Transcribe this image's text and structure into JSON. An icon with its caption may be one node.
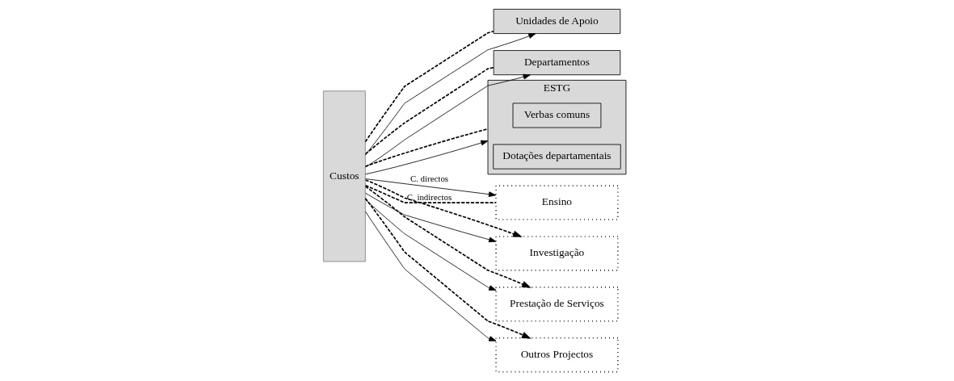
{
  "diagram": {
    "nodes": [
      {
        "text": [
          "Custos"
        ]
      },
      {
        "text": [
          "Unidades de Apoio"
        ]
      },
      {
        "text": [
          "Departamentos"
        ]
      },
      {
        "text": [
          "ESTG"
        ]
      },
      {
        "text": [
          "Verbas comuns"
        ],
        "in": 3
      },
      {
        "text": [
          "Dotações departamentais"
        ],
        "in": 3
      },
      {
        "text": [
          "Ensino"
        ]
      },
      {
        "text": [
          "Investigação"
        ]
      },
      {
        "text": [
          "Prestação de Serviços"
        ]
      },
      {
        "text": [
          "Outros Projectos"
        ]
      }
    ],
    "edges": [
      {
        "from": 0,
        "to": 1,
        "arrow": "to"
      },
      {
        "from": 0,
        "to": 2,
        "arrow": "to"
      },
      {
        "from": 0,
        "to": 3,
        "arrow": "to"
      },
      {
        "from": 0,
        "to": 1,
        "arrow": "none",
        "style": "dashed"
      },
      {
        "from": 0,
        "to": 2,
        "arrow": "none",
        "style": "dashed"
      },
      {
        "from": 0,
        "to": 3,
        "arrow": "none",
        "style": "dashed"
      },
      {
        "from": 0,
        "to": 6,
        "arrow": "to",
        "label": "C. directos"
      },
      {
        "from": 0,
        "to": 7,
        "arrow": "to"
      },
      {
        "from": 0,
        "to": 8,
        "arrow": "to"
      },
      {
        "from": 0,
        "to": 9,
        "arrow": "to"
      },
      {
        "from": 0,
        "to": 6,
        "arrow": "none",
        "style": "dashed",
        "label": "C. indirectos"
      },
      {
        "from": 0,
        "to": 7,
        "arrow": "to",
        "style": "dashed"
      },
      {
        "from": 0,
        "to": 8,
        "arrow": "to",
        "style": "dashed"
      },
      {
        "from": 0,
        "to": 9,
        "arrow": "to",
        "style": "dashed"
      }
    ]
  }
}
